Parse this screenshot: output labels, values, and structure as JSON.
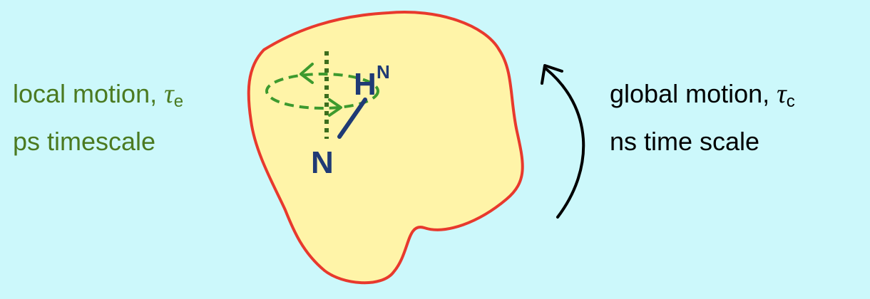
{
  "local_motion": {
    "line1_text": "local motion, ",
    "tau_symbol": "τ",
    "tau_subscript": "e",
    "line2_text": "ps timescale",
    "color": "#4b7a21"
  },
  "global_motion": {
    "line1_text": "global motion, ",
    "tau_symbol": "τ",
    "tau_subscript": "c",
    "line2_text": "ns time scale",
    "color": "#000000"
  },
  "molecule": {
    "fill_color": "#fff4a8",
    "outline_color": "#e8392d"
  },
  "bond": {
    "atom_h": "H",
    "atom_h_superscript": "N",
    "atom_n": "N",
    "color": "#1f3a75"
  },
  "rotation_arrow_color": "#000000",
  "background_color": "#ccf8fb"
}
